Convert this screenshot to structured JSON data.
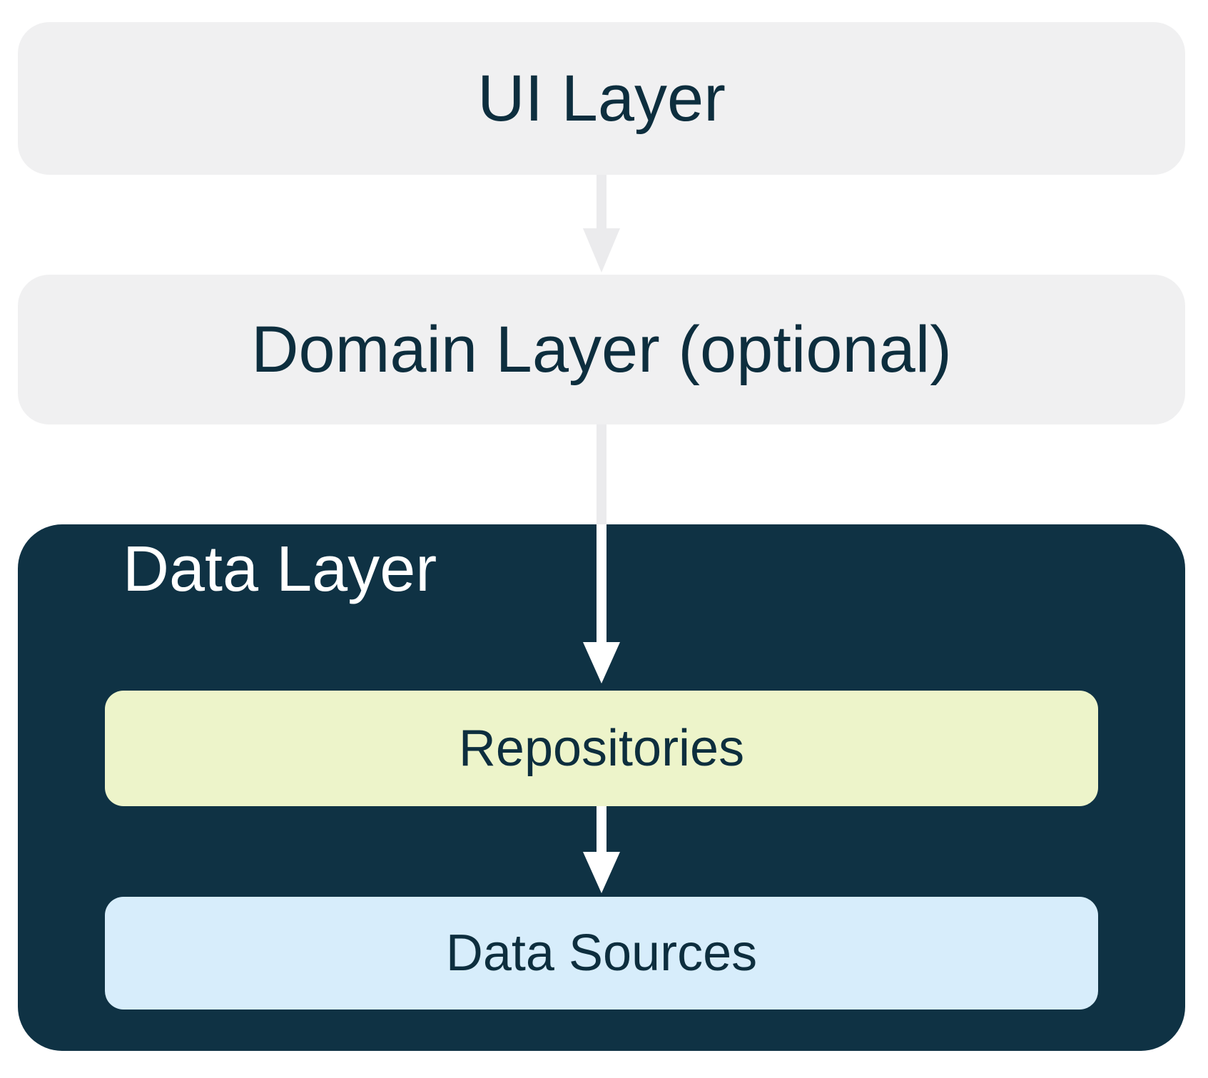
{
  "diagram": {
    "nodes": {
      "ui_layer": {
        "label": "UI Layer"
      },
      "domain_layer": {
        "label": "Domain Layer (optional)"
      },
      "data_layer": {
        "label": "Data Layer"
      },
      "repositories": {
        "label": "Repositories"
      },
      "data_sources": {
        "label": "Data Sources"
      }
    },
    "connections": [
      {
        "from": "UI Layer",
        "to": "Domain Layer (optional)",
        "style": "gray-arrow"
      },
      {
        "from": "Domain Layer (optional)",
        "to": "Repositories",
        "style": "gray-to-white-arrow"
      },
      {
        "from": "Repositories",
        "to": "Data Sources",
        "style": "white-arrow"
      }
    ]
  },
  "colors": {
    "background": "#ffffff",
    "layer_box_gray": "#f0f0f1",
    "arrow_gray": "#ebebed",
    "data_layer_navy": "#0f3244",
    "text_navy": "#0d2e3e",
    "repositories_green": "#edf4ca",
    "data_sources_blue": "#d7edfb",
    "light_text": "#ffffff"
  }
}
